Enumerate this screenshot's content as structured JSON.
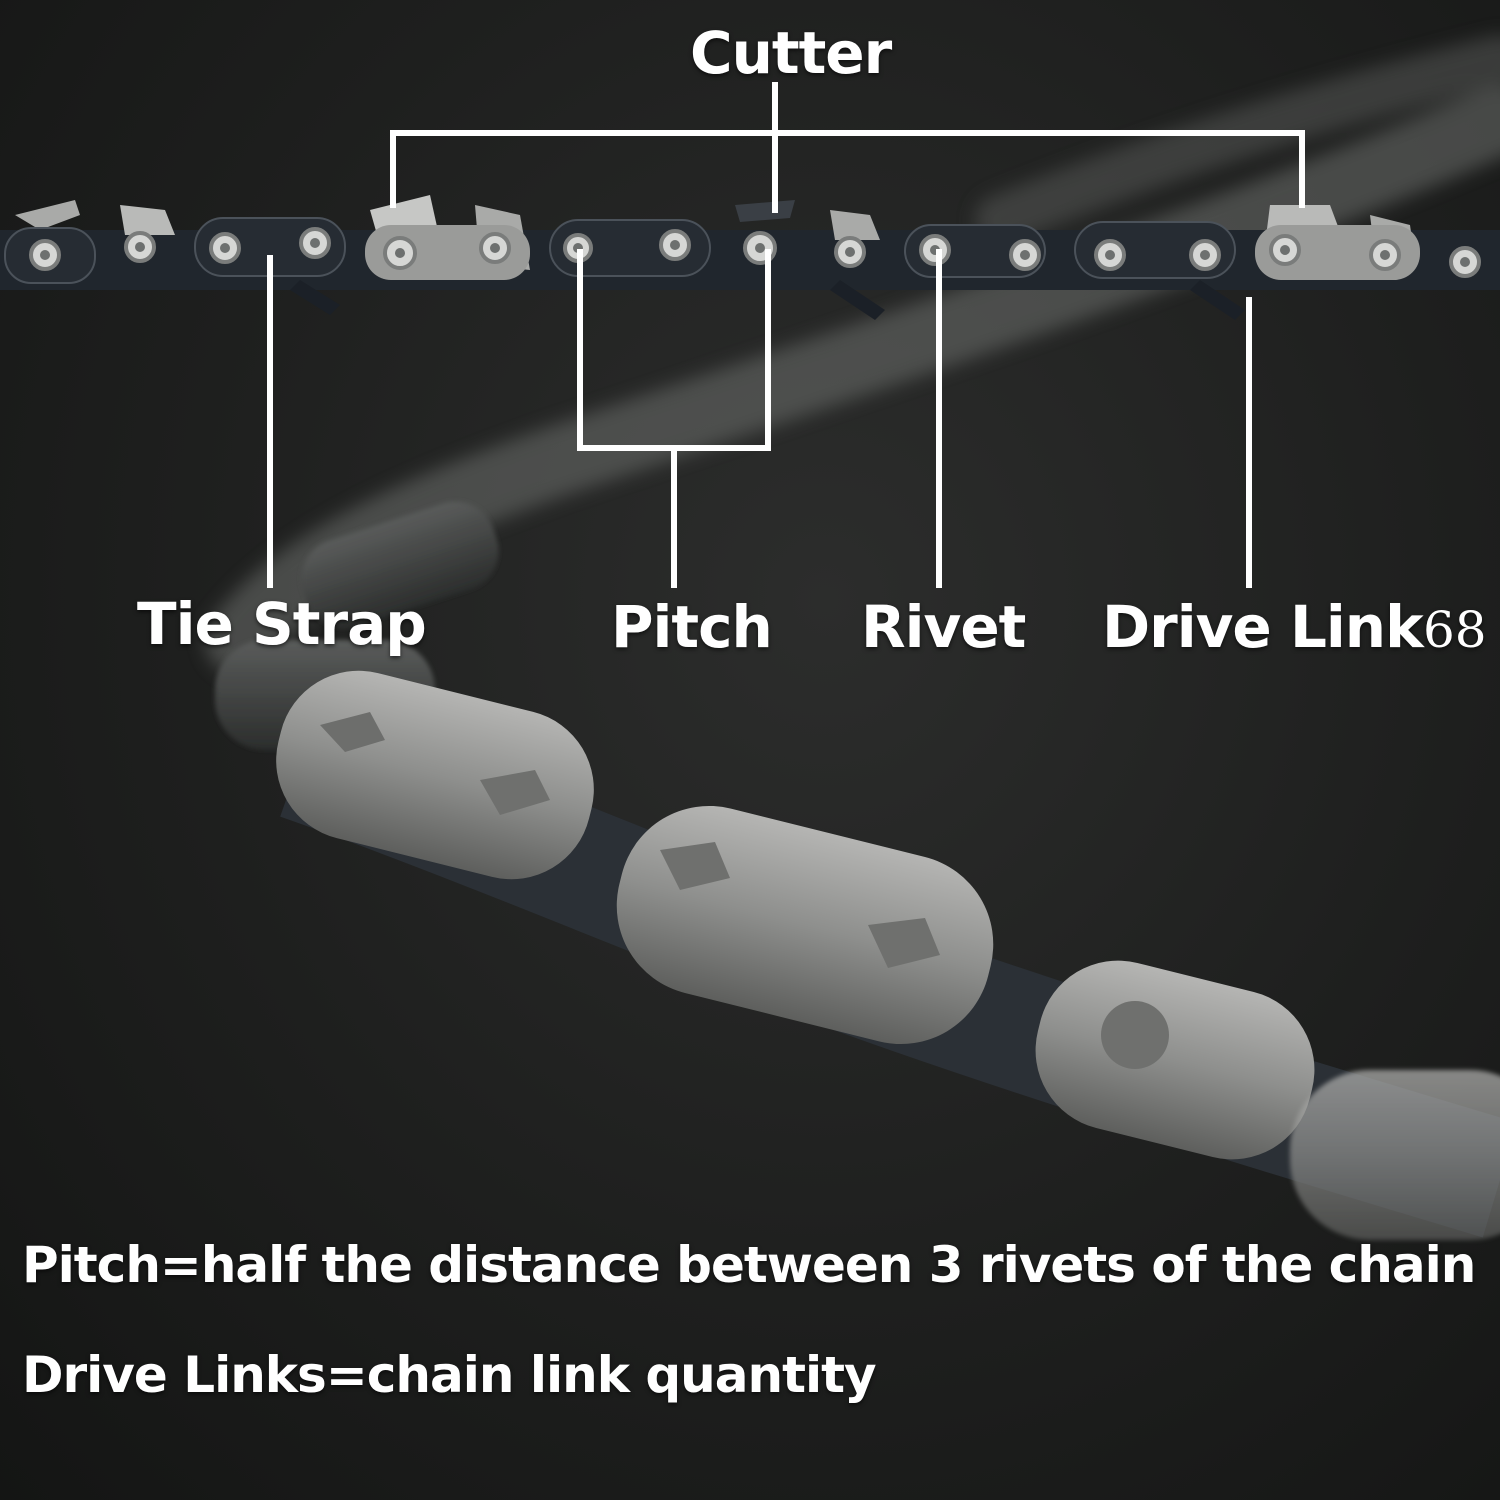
{
  "labels": {
    "cutter": "Cutter",
    "tie_strap": "Tie Strap",
    "pitch": "Pitch",
    "rivet": "Rivet",
    "drive_link": "Drive Link",
    "drive_link_count": "68"
  },
  "captions": {
    "pitch_definition": "Pitch=half the distance between 3 rivets of the chain",
    "drive_links_definition": "Drive Links=chain link quantity"
  },
  "colors": {
    "background": "#1e1f1e",
    "annotation": "#ffffff",
    "chain_steel": "#9c9c9c",
    "chain_dark": "#2a3038"
  }
}
